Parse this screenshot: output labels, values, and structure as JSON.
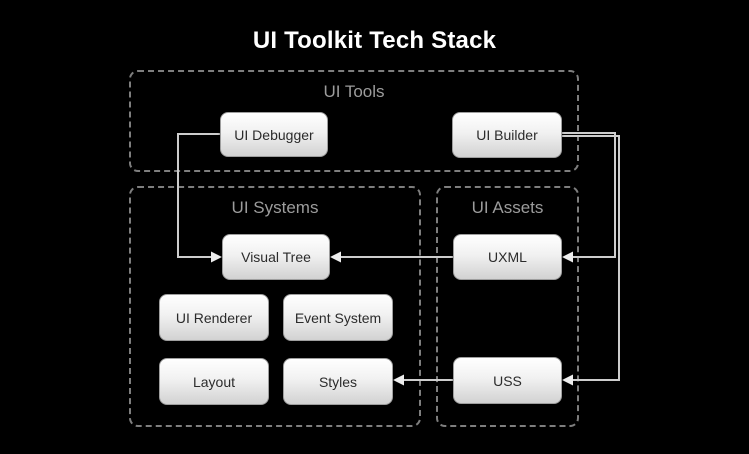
{
  "title": "UI Toolkit Tech Stack",
  "groups": {
    "tools": {
      "label": "UI Tools"
    },
    "systems": {
      "label": "UI Systems"
    },
    "assets": {
      "label": "UI Assets"
    }
  },
  "nodes": {
    "ui_debugger": {
      "label": "UI Debugger",
      "group": "UI Tools"
    },
    "ui_builder": {
      "label": "UI Builder",
      "group": "UI Tools"
    },
    "visual_tree": {
      "label": "Visual Tree",
      "group": "UI Systems"
    },
    "ui_renderer": {
      "label": "UI Renderer",
      "group": "UI Systems"
    },
    "event_system": {
      "label": "Event System",
      "group": "UI Systems"
    },
    "layout": {
      "label": "Layout",
      "group": "UI Systems"
    },
    "styles": {
      "label": "Styles",
      "group": "UI Systems"
    },
    "uxml": {
      "label": "UXML",
      "group": "UI Assets"
    },
    "uss": {
      "label": "USS",
      "group": "UI Assets"
    }
  },
  "edges": [
    {
      "from": "UI Debugger",
      "to": "Visual Tree"
    },
    {
      "from": "UI Builder",
      "to": "UXML"
    },
    {
      "from": "UI Builder",
      "to": "USS"
    },
    {
      "from": "UXML",
      "to": "Visual Tree"
    },
    {
      "from": "USS",
      "to": "Styles"
    }
  ],
  "colors": {
    "background": "#000000",
    "title_text": "#ffffff",
    "group_label_text": "#9c9c9c",
    "group_border": "#7e7e7e",
    "node_text": "#2b2b2b",
    "node_fill_top": "#ffffff",
    "node_fill_bottom": "#d2d2d2",
    "node_border": "#9e9e9e",
    "connector": "#cdcdcd"
  }
}
